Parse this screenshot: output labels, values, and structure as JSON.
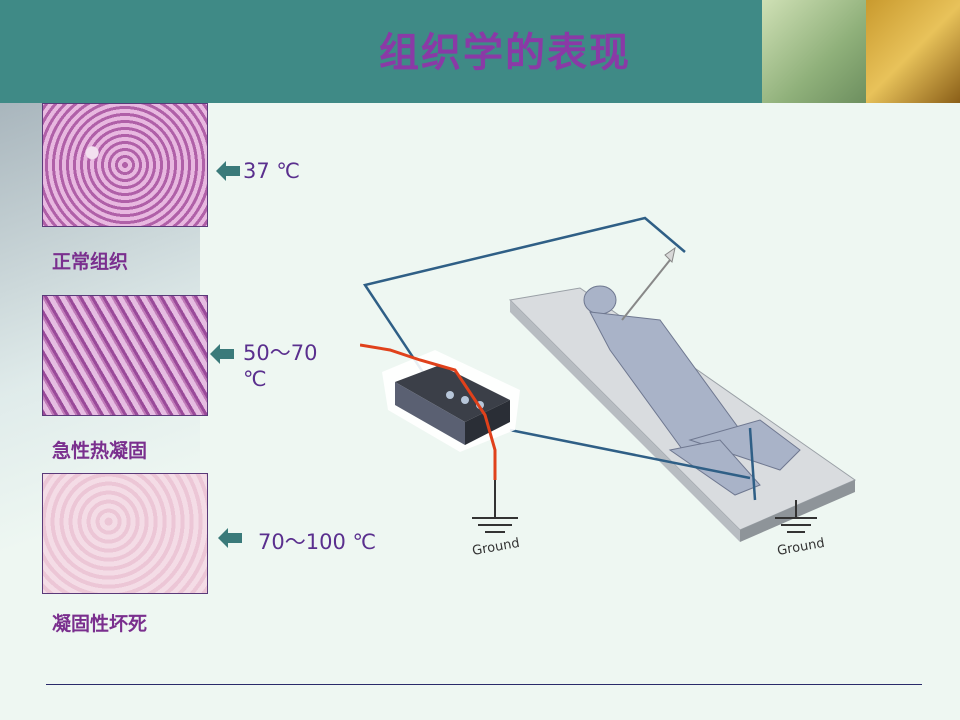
{
  "slide": {
    "title": "组织学的表现"
  },
  "tissues": [
    {
      "caption": "正常组织",
      "temperature": "37 ℃"
    },
    {
      "caption": "急性热凝固",
      "temperature": "50～70 ℃"
    },
    {
      "caption": "凝固性坏死",
      "temperature": "70～100 ℃"
    }
  ],
  "diagram": {
    "ground_label_left": "Ground",
    "ground_label_right": "Ground",
    "wire_color": "#2f5f86",
    "cable_color": "#e0411b"
  },
  "colors": {
    "header": "#3f8a86",
    "title": "#8a3aa6",
    "caption": "#7a2f8e",
    "arrow": "#3a7a7a"
  }
}
